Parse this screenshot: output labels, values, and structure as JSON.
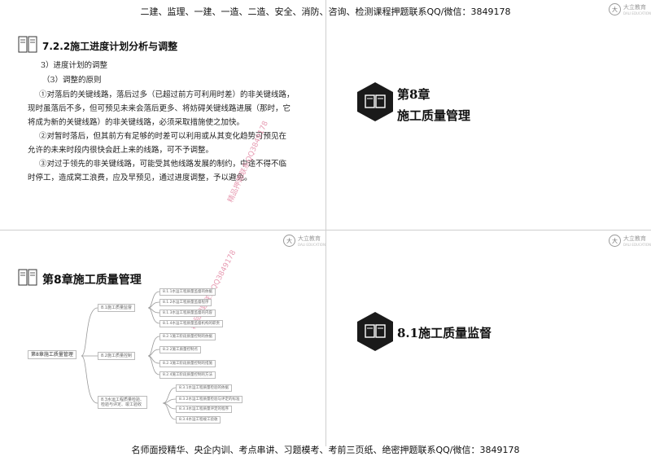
{
  "banner_top": "二建、监理、一建、一造、二造、安全、消防、咨询、检测课程押题联系QQ/微信：3849178",
  "banner_bottom": "名师面授精华、央企内训、考点串讲、习题模考、考前三页纸、绝密押题联系QQ/微信：3849178",
  "logo": {
    "name": "大立教育",
    "sub": "DALI EDUCATION"
  },
  "slide1": {
    "title": "7.2.2施工进度计划分析与调整",
    "lines": [
      "3）进度计划的调整",
      "（3）调整的原则",
      "①对落后的关键线路，落后过多（已超过前方可利用时差）的非关键线路，",
      "现时虽落后不多，但可预见未来会落后更多、将妨碍关键线路进展（那时，它",
      "将成为新的关键线路）的非关键线路，必须采取措施使之加快。",
      "②对暂时落后，但其前方有足够的时差可以利用或从其变化趋势可预见在",
      "允许的未来时段内很快会赶上来的线路，可不予调整。",
      "③对过于领先的非关键线路，可能受其他线路发展的制约，中途不得不临",
      "时停工，造成窝工浪费，应及早预见，通过进度调整，予以避免。"
    ],
    "watermark": "精品押题联系QQ3849178"
  },
  "slide2": {
    "chapter": "第8章",
    "title": "施工质量管理"
  },
  "slide3": {
    "title": "第8章施工质量管理",
    "watermark": "精品押题联系QQ3849178",
    "mindmap": {
      "root": "第8章施工质量管理",
      "branches": [
        {
          "label": "8.1施工质量监督",
          "items": [
            "8.1.1水运工程质量监督的依据",
            "8.1.2水运工程质量监督程序",
            "8.1.3水运工程质量监督的内容",
            "8.1.4水运工程质量监督机构的职责"
          ]
        },
        {
          "label": "8.2施工质量控制",
          "items": [
            "8.2.1施工阶段质量控制的依据",
            "8.2.2施工质量控制点",
            "8.2.3施工阶段质量控制的措施",
            "8.2.4施工阶段质量控制的方法"
          ]
        },
        {
          "label": "8.3水运工程质量检验、\n检验与评定、竣工验收",
          "items": [
            "8.3.1水运工程质量检验的依据",
            "8.3.2水运工程质量检验与评定的标准",
            "8.3.3水运工程质量评定的程序",
            "8.3.4水运工程竣工验收"
          ]
        }
      ]
    }
  },
  "slide4": {
    "title": "8.1施工质量监督"
  },
  "colors": {
    "watermark": "#e79bb2",
    "dark": "#1a1a1a",
    "line": "#cfcfcf"
  }
}
